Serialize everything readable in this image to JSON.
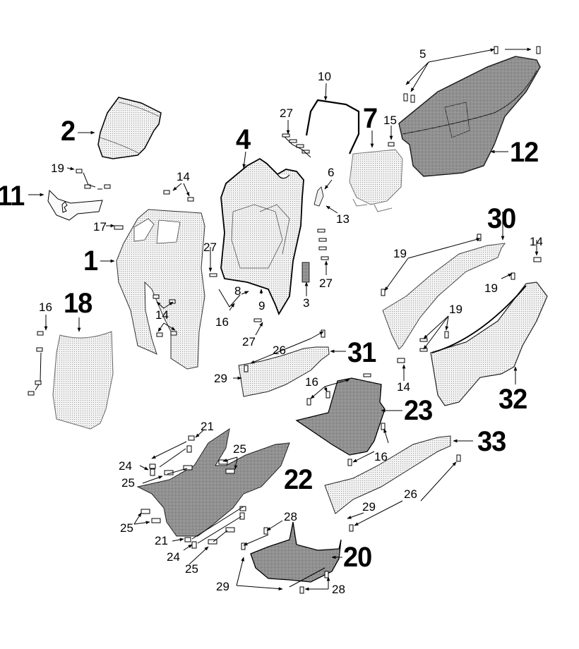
{
  "diagram": {
    "title": "",
    "colors": {
      "background": "#ffffff",
      "ink": "#000000",
      "light_panel": "#e6e6e6",
      "dark_panel": "#8c8c8c",
      "mid_panel": "#b4b4b4"
    },
    "parts": [
      {
        "id": "p1",
        "label": "1",
        "emphasis": "bold",
        "name": "front-shield-inner"
      },
      {
        "id": "p2",
        "label": "2",
        "emphasis": "bold",
        "name": "windscreen"
      },
      {
        "id": "p3",
        "label": "3",
        "emphasis": "normal",
        "name": "small-cover"
      },
      {
        "id": "p4",
        "label": "4",
        "emphasis": "bold",
        "name": "leg-shield-rear"
      },
      {
        "id": "p5",
        "label": "5",
        "emphasis": "normal",
        "name": "screws"
      },
      {
        "id": "p6",
        "label": "6",
        "emphasis": "normal",
        "name": "hook"
      },
      {
        "id": "p7",
        "label": "7",
        "emphasis": "bold",
        "name": "glovebox-door"
      },
      {
        "id": "p8",
        "label": "8",
        "emphasis": "normal",
        "name": "clip"
      },
      {
        "id": "p9",
        "label": "9",
        "emphasis": "normal",
        "name": "clip"
      },
      {
        "id": "p10",
        "label": "10",
        "emphasis": "normal",
        "name": "seal-strip"
      },
      {
        "id": "p11",
        "label": "11",
        "emphasis": "bold",
        "name": "badge-plate"
      },
      {
        "id": "p12",
        "label": "12",
        "emphasis": "bold",
        "name": "helmet-box"
      },
      {
        "id": "p13",
        "label": "13",
        "emphasis": "normal",
        "name": "screw"
      },
      {
        "id": "p14",
        "label": "14",
        "emphasis": "normal",
        "name": "clip-nut"
      },
      {
        "id": "p15",
        "label": "15",
        "emphasis": "normal",
        "name": "clip-nut"
      },
      {
        "id": "p16",
        "label": "16",
        "emphasis": "normal",
        "name": "screw"
      },
      {
        "id": "p17",
        "label": "17",
        "emphasis": "normal",
        "name": "bolt"
      },
      {
        "id": "p18",
        "label": "18",
        "emphasis": "bold",
        "name": "front-mudguard-panel"
      },
      {
        "id": "p19",
        "label": "19",
        "emphasis": "normal",
        "name": "screw"
      },
      {
        "id": "p20",
        "label": "20",
        "emphasis": "bold",
        "name": "lower-cover"
      },
      {
        "id": "p21",
        "label": "21",
        "emphasis": "normal",
        "name": "rubber-grommet"
      },
      {
        "id": "p22",
        "label": "22",
        "emphasis": "bold",
        "name": "footboard"
      },
      {
        "id": "p23",
        "label": "23",
        "emphasis": "bold",
        "name": "battery-cover"
      },
      {
        "id": "p24",
        "label": "24",
        "emphasis": "normal",
        "name": "bolt"
      },
      {
        "id": "p25",
        "label": "25",
        "emphasis": "normal",
        "name": "clip-nut"
      },
      {
        "id": "p26",
        "label": "26",
        "emphasis": "normal",
        "name": "screw"
      },
      {
        "id": "p27",
        "label": "27",
        "emphasis": "normal",
        "name": "screw"
      },
      {
        "id": "p28",
        "label": "28",
        "emphasis": "normal",
        "name": "screw"
      },
      {
        "id": "p29",
        "label": "29",
        "emphasis": "normal",
        "name": "washer"
      },
      {
        "id": "p30",
        "label": "30",
        "emphasis": "bold",
        "name": "side-panel-upper"
      },
      {
        "id": "p31",
        "label": "31",
        "emphasis": "bold",
        "name": "footrest-trim-left"
      },
      {
        "id": "p32",
        "label": "32",
        "emphasis": "bold",
        "name": "side-panel-lower"
      },
      {
        "id": "p33",
        "label": "33",
        "emphasis": "bold",
        "name": "footrest-trim-right"
      }
    ],
    "callouts": {
      "c1": "1",
      "c2": "2",
      "c3": "3",
      "c4": "4",
      "c5": "5",
      "c6": "6",
      "c7": "7",
      "c8": "8",
      "c9": "9",
      "c10": "10",
      "c11": "11",
      "c12": "12",
      "c13": "13",
      "c14a": "14",
      "c14b": "14",
      "c14c": "14",
      "c14d": "14",
      "c15": "15",
      "c16a": "16",
      "c16b": "16",
      "c16c": "16",
      "c16d": "16",
      "c17": "17",
      "c18": "18",
      "c19a": "19",
      "c19b": "19",
      "c19c": "19",
      "c19d": "19",
      "c20": "20",
      "c21a": "21",
      "c21b": "21",
      "c22": "22",
      "c23": "23",
      "c24a": "24",
      "c24b": "24",
      "c25a": "25",
      "c25b": "25",
      "c25c": "25",
      "c25d": "25",
      "c26a": "26",
      "c26b": "26",
      "c27a": "27",
      "c27b": "27",
      "c27c": "27",
      "c27d": "27",
      "c28a": "28",
      "c28b": "28",
      "c29a": "29",
      "c29b": "29",
      "c29c": "29",
      "c30": "30",
      "c31": "31",
      "c32": "32",
      "c33": "33"
    }
  }
}
